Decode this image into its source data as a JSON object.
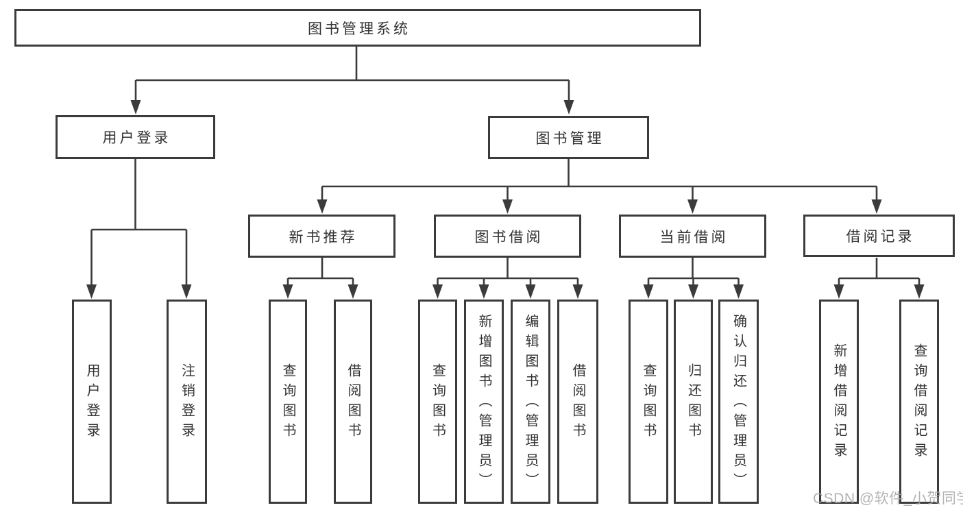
{
  "diagram": {
    "root": {
      "label": "图书管理系统"
    },
    "children": [
      {
        "label": "用户登录",
        "children": [
          {
            "label": "用户登录"
          },
          {
            "label": "注销登录"
          }
        ]
      },
      {
        "label": "图书管理",
        "children": [
          {
            "label": "新书推荐",
            "children": [
              {
                "label": "查询图书"
              },
              {
                "label": "借阅图书"
              }
            ]
          },
          {
            "label": "图书借阅",
            "children": [
              {
                "label": "查询图书"
              },
              {
                "label": "新增图书（管理员）"
              },
              {
                "label": "编辑图书（管理员）"
              },
              {
                "label": "借阅图书"
              }
            ]
          },
          {
            "label": "当前借阅",
            "children": [
              {
                "label": "查询图书"
              },
              {
                "label": "归还图书"
              },
              {
                "label": "确认归还（管理员）"
              }
            ]
          },
          {
            "label": "借阅记录",
            "children": [
              {
                "label": "新增借阅记录"
              },
              {
                "label": "查询借阅记录"
              }
            ]
          }
        ]
      }
    ]
  },
  "watermark": {
    "text": "CSDN @软件_小贺同学"
  },
  "colors": {
    "line": "#3b3b3b",
    "node_border": "#3b3b3b",
    "node_text": "#333333",
    "background": "#ffffff",
    "watermark_text": "#a6a6a6"
  }
}
